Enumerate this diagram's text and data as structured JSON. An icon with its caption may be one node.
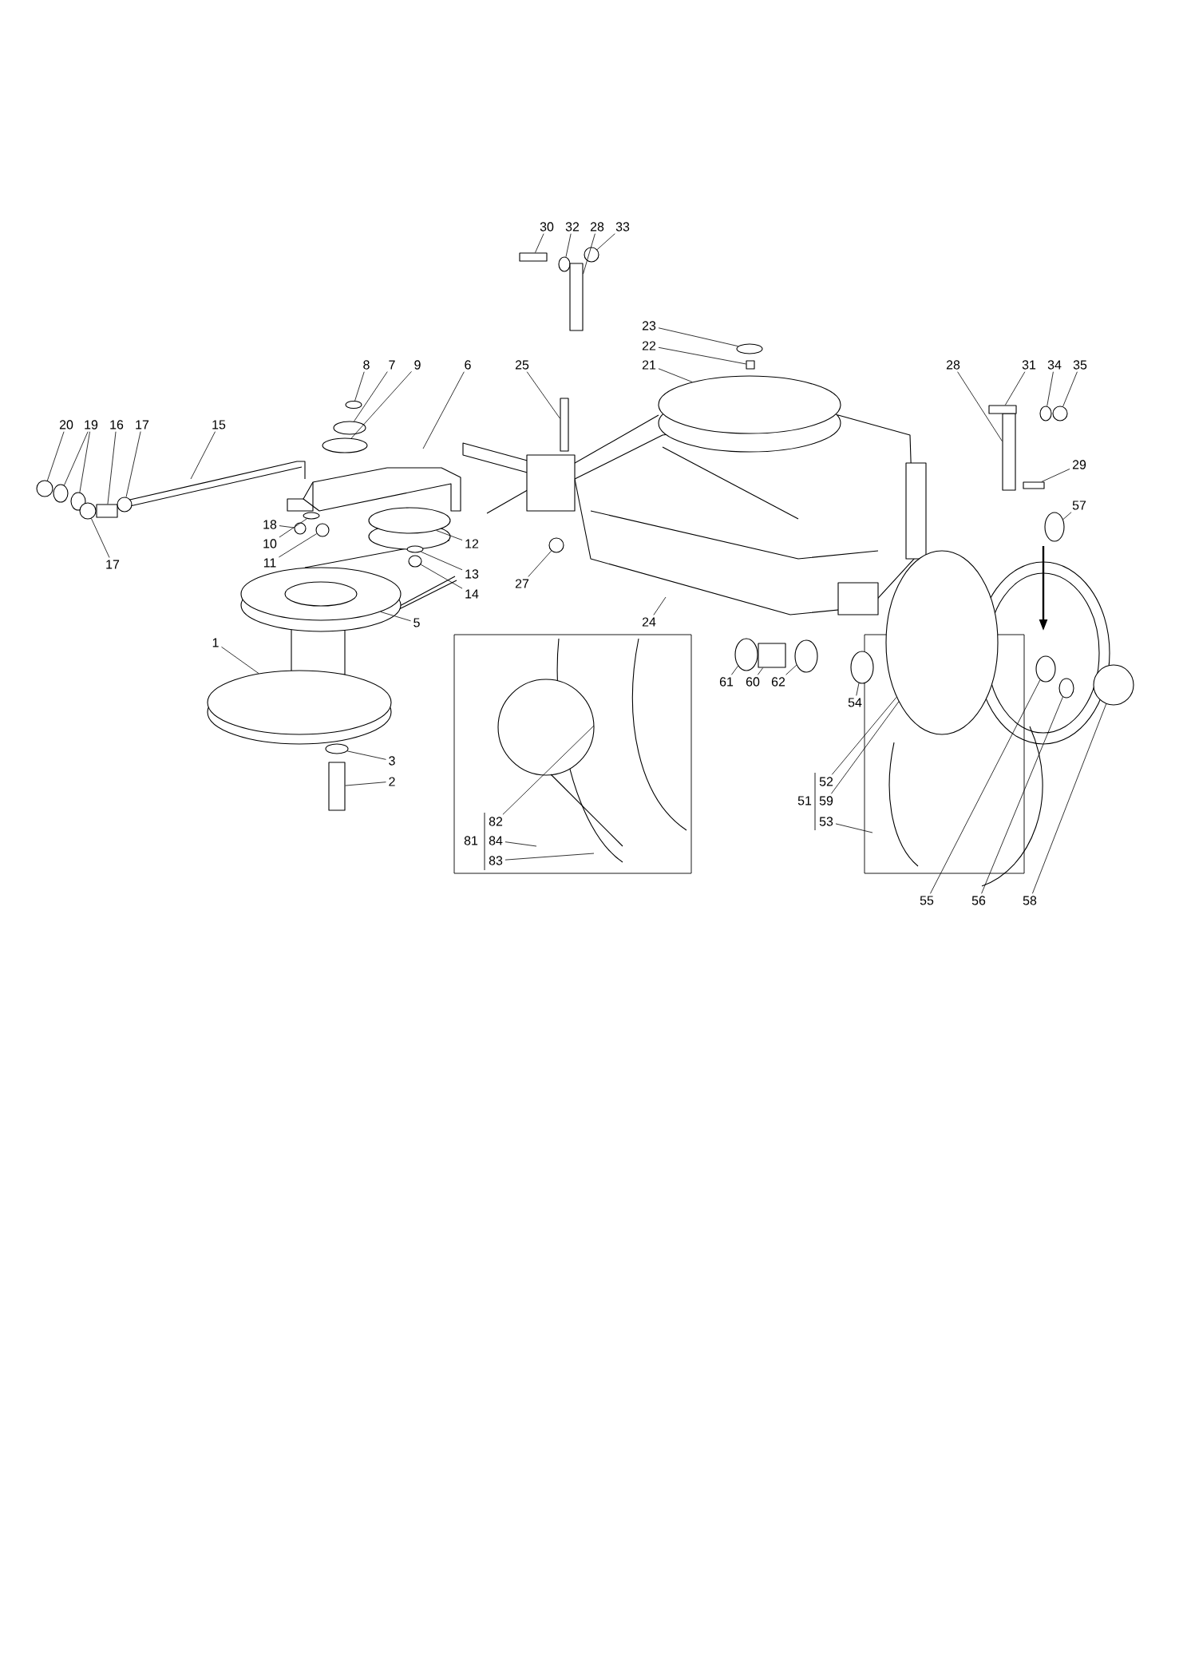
{
  "diagram": {
    "nodes": [
      {
        "text": [
          "30"
        ]
      },
      {
        "text": [
          "32"
        ]
      },
      {
        "text": [
          "28"
        ]
      },
      {
        "text": [
          "33"
        ]
      },
      {
        "text": [
          "23"
        ]
      },
      {
        "text": [
          "22"
        ]
      },
      {
        "text": [
          "21"
        ]
      },
      {
        "text": [
          "25"
        ]
      },
      {
        "text": [
          "8"
        ]
      },
      {
        "text": [
          "7"
        ]
      },
      {
        "text": [
          "9"
        ]
      },
      {
        "text": [
          "6"
        ]
      },
      {
        "text": [
          "28"
        ]
      },
      {
        "text": [
          "31"
        ]
      },
      {
        "text": [
          "34"
        ]
      },
      {
        "text": [
          "35"
        ]
      },
      {
        "text": [
          "29"
        ]
      },
      {
        "text": [
          "57"
        ]
      },
      {
        "text": [
          "20"
        ]
      },
      {
        "text": [
          "19"
        ]
      },
      {
        "text": [
          "16"
        ]
      },
      {
        "text": [
          "17"
        ]
      },
      {
        "text": [
          "15"
        ]
      },
      {
        "text": [
          "18"
        ]
      },
      {
        "text": [
          "10"
        ]
      },
      {
        "text": [
          "11"
        ]
      },
      {
        "text": [
          "12"
        ]
      },
      {
        "text": [
          "17"
        ]
      },
      {
        "text": [
          "13"
        ]
      },
      {
        "text": [
          "14"
        ]
      },
      {
        "text": [
          "5"
        ]
      },
      {
        "text": [
          "1"
        ]
      },
      {
        "text": [
          "27"
        ]
      },
      {
        "text": [
          "24"
        ]
      },
      {
        "text": [
          "61"
        ]
      },
      {
        "text": [
          "60"
        ]
      },
      {
        "text": [
          "62"
        ]
      },
      {
        "text": [
          "54"
        ]
      },
      {
        "text": [
          "52"
        ]
      },
      {
        "text": [
          "59"
        ]
      },
      {
        "text": [
          "53"
        ]
      },
      {
        "text": [
          "3"
        ]
      },
      {
        "text": [
          "2"
        ]
      },
      {
        "text": [
          "82"
        ]
      },
      {
        "text": [
          "84"
        ]
      },
      {
        "text": [
          "83"
        ]
      },
      {
        "text": [
          "55"
        ]
      },
      {
        "text": [
          "56"
        ]
      },
      {
        "text": [
          "58"
        ]
      },
      {
        "text": [],
        "shape": "box"
      },
      {
        "text": [],
        "shape": "circle"
      },
      {
        "text": [],
        "shape": "box"
      },
      {
        "text": [],
        "shape": "circle"
      },
      {
        "text": [],
        "shape": "circle"
      },
      {
        "text": [],
        "shape": "box"
      },
      {
        "text": [],
        "shape": "circle"
      },
      {
        "text": [],
        "shape": "box"
      },
      {
        "text": [],
        "shape": "circle"
      },
      {
        "text": [],
        "shape": "circle"
      },
      {
        "text": [],
        "shape": "circle"
      },
      {
        "text": [],
        "shape": "box"
      },
      {
        "text": [],
        "shape": "box"
      },
      {
        "text": [],
        "shape": "circle"
      },
      {
        "text": [],
        "shape": "circle"
      },
      {
        "text": [],
        "shape": "box"
      },
      {
        "text": [],
        "shape": "circle"
      },
      {
        "text": [],
        "shape": "circle"
      },
      {
        "text": [],
        "shape": "circle"
      },
      {
        "text": [],
        "shape": "circle"
      },
      {
        "text": [],
        "shape": "box"
      },
      {
        "text": [],
        "shape": "circle"
      },
      {
        "text": [],
        "shape": "circle"
      },
      {
        "text": [],
        "shape": "circle"
      },
      {
        "text": [],
        "shape": "circle"
      },
      {
        "text": [],
        "shape": "circle"
      },
      {
        "text": [],
        "shape": "circle"
      },
      {
        "text": [],
        "shape": "circle"
      },
      {
        "text": [],
        "shape": "circle"
      },
      {
        "text": [],
        "shape": "circle"
      },
      {
        "text": [],
        "shape": "circle"
      },
      {
        "text": [],
        "shape": "circle"
      },
      {
        "text": [],
        "shape": "box"
      },
      {
        "text": [],
        "shape": "circle"
      },
      {
        "text": [],
        "shape": "circle"
      },
      {
        "text": [],
        "shape": "circle"
      },
      {
        "text": [],
        "shape": "circle"
      },
      {
        "text": [],
        "shape": "box"
      },
      {
        "text": [],
        "shape": "circle"
      },
      {
        "text": [],
        "shape": "circle"
      },
      {
        "text": [],
        "shape": "circle"
      },
      {
        "text": [],
        "shape": "circle"
      }
    ],
    "edges": [
      {
        "from": 0,
        "to": 49,
        "arrow": "none"
      },
      {
        "from": 1,
        "to": 50,
        "arrow": "none"
      },
      {
        "from": 2,
        "to": 51,
        "arrow": "none"
      },
      {
        "from": 3,
        "to": 52,
        "arrow": "none"
      },
      {
        "from": 4,
        "to": 53,
        "arrow": "none"
      },
      {
        "from": 5,
        "to": 54,
        "arrow": "none"
      },
      {
        "from": 6,
        "to": 55,
        "arrow": "none"
      },
      {
        "from": 7,
        "to": 56,
        "arrow": "none"
      },
      {
        "from": 8,
        "to": 57,
        "arrow": "none"
      },
      {
        "from": 9,
        "to": 58,
        "arrow": "none"
      },
      {
        "from": 10,
        "to": 59,
        "arrow": "none"
      },
      {
        "from": 11,
        "to": null,
        "arrow": "none"
      },
      {
        "from": 12,
        "to": 60,
        "arrow": "none"
      },
      {
        "from": 13,
        "to": 61,
        "arrow": "none"
      },
      {
        "from": 14,
        "to": 62,
        "arrow": "none"
      },
      {
        "from": 15,
        "to": 63,
        "arrow": "none"
      },
      {
        "from": 16,
        "to": 64,
        "arrow": "none"
      },
      {
        "from": 17,
        "to": 65,
        "arrow": "none"
      },
      {
        "from": 18,
        "to": 66,
        "arrow": "none"
      },
      {
        "from": 19,
        "to": 67,
        "arrow": "none"
      },
      {
        "from": 19,
        "to": 68,
        "arrow": "none"
      },
      {
        "from": 20,
        "to": 69,
        "arrow": "none"
      },
      {
        "from": 21,
        "to": 70,
        "arrow": "none"
      },
      {
        "from": 22,
        "to": null,
        "arrow": "none"
      },
      {
        "from": 23,
        "to": 71,
        "arrow": "none"
      },
      {
        "from": 24,
        "to": 72,
        "arrow": "none"
      },
      {
        "from": 25,
        "to": 73,
        "arrow": "none"
      },
      {
        "from": 26,
        "to": 74,
        "arrow": "none"
      },
      {
        "from": 27,
        "to": 75,
        "arrow": "none"
      },
      {
        "from": 28,
        "to": 76,
        "arrow": "none"
      },
      {
        "from": 29,
        "to": 77,
        "arrow": "none"
      },
      {
        "from": 30,
        "to": 90,
        "arrow": "none"
      },
      {
        "from": 31,
        "to": 78,
        "arrow": "none"
      },
      {
        "from": 32,
        "to": 79,
        "arrow": "none"
      },
      {
        "from": 33,
        "to": null,
        "arrow": "none"
      },
      {
        "from": 34,
        "to": 80,
        "arrow": "none"
      },
      {
        "from": 35,
        "to": 81,
        "arrow": "none"
      },
      {
        "from": 36,
        "to": 82,
        "arrow": "none"
      },
      {
        "from": 37,
        "to": 83,
        "arrow": "none"
      },
      {
        "from": 38,
        "to": 84,
        "arrow": "none"
      },
      {
        "from": 39,
        "to": 84,
        "arrow": "none"
      },
      {
        "from": 40,
        "to": null,
        "arrow": "none"
      },
      {
        "from": 41,
        "to": 85,
        "arrow": "none"
      },
      {
        "from": 42,
        "to": 86,
        "arrow": "none"
      },
      {
        "from": 43,
        "to": null,
        "arrow": "none"
      },
      {
        "from": 44,
        "to": null,
        "arrow": "none"
      },
      {
        "from": 45,
        "to": null,
        "arrow": "none"
      },
      {
        "from": 46,
        "to": 87,
        "arrow": "none"
      },
      {
        "from": 47,
        "to": 88,
        "arrow": "none"
      },
      {
        "from": 48,
        "to": 89,
        "arrow": "none"
      }
    ],
    "labels": [
      "51",
      "81"
    ]
  }
}
